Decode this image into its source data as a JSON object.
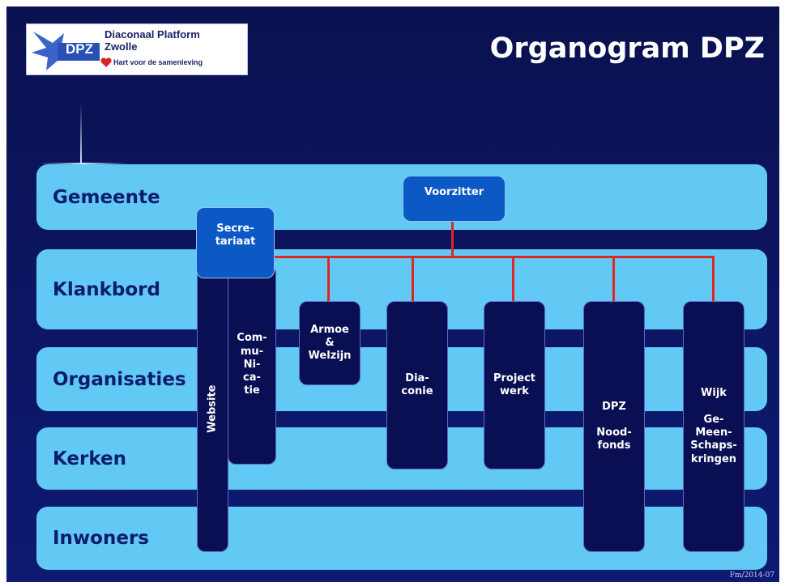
{
  "title": "Organogram DPZ",
  "footer": "Fm/2014-07",
  "logo": {
    "abbrev": "DPZ",
    "line1": "Diaconaal Platform",
    "line2": "Zwolle",
    "tagline": "Hart voor de samenleving"
  },
  "bands": [
    "Gemeente",
    "Klankbord",
    "Organisaties",
    "Kerken",
    "Inwoners"
  ],
  "boxes": {
    "voorzitter": "Voorzitter",
    "secretariaat": "Secre-\ntariaat",
    "website": "Website",
    "communicatie": "Com-\nmu-\nNi-\nca-\ntie",
    "armoe": "Armoe\n&\nWelzijn",
    "diaconie": "Dia-\nconie",
    "projectwerk": "Project\nwerk",
    "noodfonds": "DPZ\n\nNood-\nfonds",
    "wijk": "Wijk\n\nGe-\nMeen-\nSchaps-\nkringen"
  },
  "colors": {
    "background": "#0c1560",
    "band": "#62c8f4",
    "band_text": "#0c1c6c",
    "box_dark": "#0a0e52",
    "box_blue": "#0c59c6",
    "connector": "#e12622"
  }
}
